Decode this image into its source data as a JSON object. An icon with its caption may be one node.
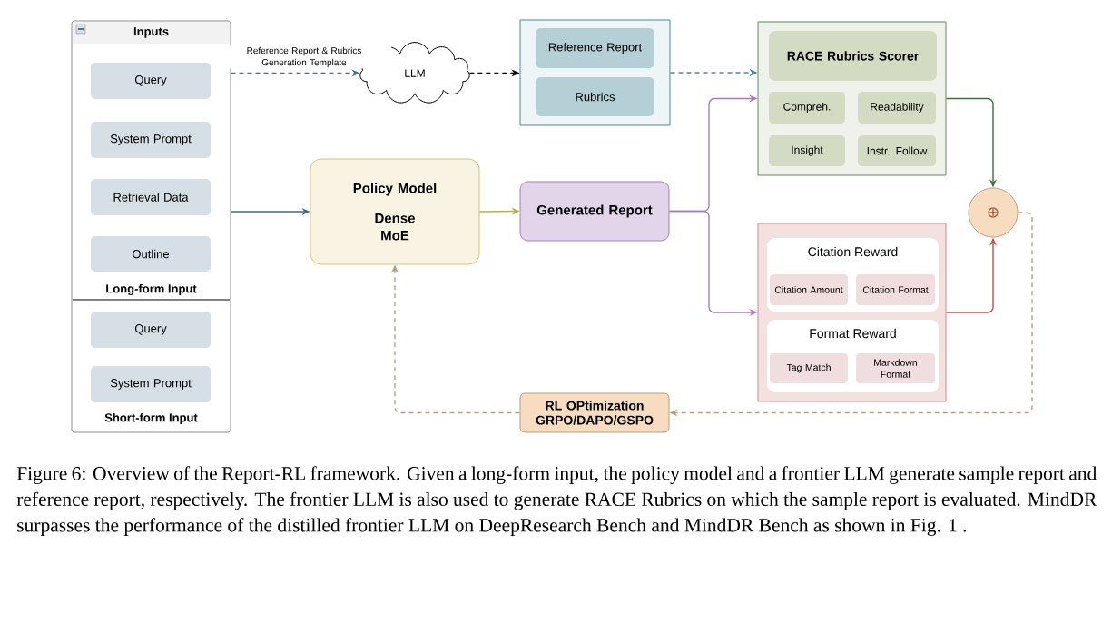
{
  "diagram": {
    "caption": "Figure 6: Overview of the Report-RL framework. Given a long-form input, the policy model and a frontier LLM generate sample report and reference report, respectively. The frontier LLM is also used to generate RACE Rubrics on which the sample report is evaluated. MindDR surpasses the performance of the distilled frontier LLM on DeepResearch Bench and MindDR Bench as shown in Fig. 1 .",
    "nodes": [
      {
        "text": [
          "Inputs",
          "Long-form Input",
          "Short-form Input"
        ]
      },
      {
        "text": [
          "Query"
        ],
        "in": 0
      },
      {
        "text": [
          "System Prompt"
        ],
        "in": 0
      },
      {
        "text": [
          "Retrieval Data"
        ],
        "in": 0
      },
      {
        "text": [
          "Outline"
        ],
        "in": 0
      },
      {
        "text": [
          "Query"
        ],
        "in": 0
      },
      {
        "text": [
          "System Prompt"
        ],
        "in": 0
      },
      {
        "text": [
          "LLM"
        ]
      },
      {
        "text": [],
        "shape": "box"
      },
      {
        "text": [
          "Reference Report"
        ],
        "in": 8
      },
      {
        "text": [
          "Rubrics"
        ],
        "in": 8
      },
      {
        "text": [
          "Policy Model",
          "Dense",
          "MoE"
        ]
      },
      {
        "text": [
          "Generated Report"
        ]
      },
      {
        "text": [],
        "shape": "box"
      },
      {
        "text": [
          "RACE Rubrics Scorer"
        ],
        "in": 13
      },
      {
        "text": [
          "Compreh."
        ],
        "in": 13
      },
      {
        "text": [
          "Readability"
        ],
        "in": 13
      },
      {
        "text": [
          "Insight"
        ],
        "in": 13
      },
      {
        "text": [
          "Instr. Follow"
        ],
        "in": 13
      },
      {
        "text": [],
        "shape": "box"
      },
      {
        "text": [
          "Citation Reward"
        ],
        "in": 19
      },
      {
        "text": [
          "Citation Amount"
        ],
        "in": 20
      },
      {
        "text": [
          "Citation Format"
        ],
        "in": 20
      },
      {
        "text": [
          "Format Reward"
        ],
        "in": 19
      },
      {
        "text": [
          "Tag Match"
        ],
        "in": 23
      },
      {
        "text": [
          "Markdown Format"
        ],
        "in": 23
      },
      {
        "text": [
          "⊕"
        ]
      },
      {
        "text": [
          "RL OPtimization",
          "GRPO/DAPO/GSPO"
        ]
      }
    ],
    "edges": [
      {
        "from": 0,
        "to": 7,
        "arrow": "to",
        "style": "dashed",
        "color": "#4a6f8f",
        "label": "Reference Report & Rubrics Generation Template"
      },
      {
        "from": 7,
        "to": 8,
        "arrow": "to",
        "style": "dashed",
        "color": "#000000"
      },
      {
        "from": 8,
        "to": 13,
        "arrow": "to",
        "style": "dashed",
        "color": "#4a8a9a"
      },
      {
        "from": 0,
        "to": 11,
        "arrow": "to",
        "color": "#3f6a8f"
      },
      {
        "from": 11,
        "to": 12,
        "arrow": "to",
        "color": "#b5b04a"
      },
      {
        "from": 12,
        "to": 13,
        "arrow": "to",
        "color": "#a57cc0"
      },
      {
        "from": 12,
        "to": 19,
        "arrow": "to",
        "color": "#a57cc0"
      },
      {
        "from": 13,
        "to": 26,
        "arrow": "to",
        "color": "#3d6e3d"
      },
      {
        "from": 19,
        "to": 26,
        "arrow": "to",
        "color": "#c0504d"
      },
      {
        "from": 26,
        "to": 27,
        "arrow": "to",
        "style": "dashed",
        "color": "#b89f80"
      },
      {
        "from": 27,
        "to": 11,
        "arrow": "to",
        "style": "dashed",
        "color": "#b89f80"
      }
    ]
  }
}
